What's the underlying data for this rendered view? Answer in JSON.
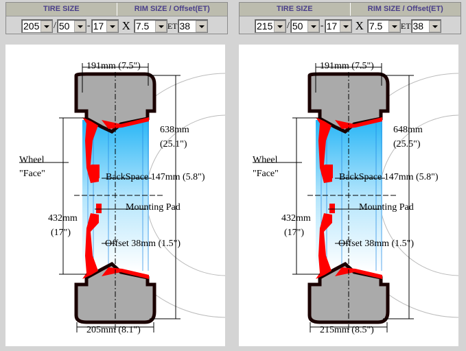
{
  "selectors": [
    {
      "tire_header": "TIRE SIZE",
      "rim_header": "RIM SIZE / Offset(ET)",
      "width": "205",
      "aspect": "50",
      "diameter": "17",
      "sep1": "/",
      "sep2": "-",
      "x": "X",
      "rim_width": "7.5",
      "et_label": "ET",
      "offset": "38"
    },
    {
      "tire_header": "TIRE SIZE",
      "rim_header": "RIM SIZE / Offset(ET)",
      "width": "215",
      "aspect": "50",
      "diameter": "17",
      "sep1": "/",
      "sep2": "-",
      "x": "X",
      "rim_width": "7.5",
      "et_label": "ET",
      "offset": "38"
    }
  ],
  "diagrams": [
    {
      "rim_width": "191mm (7.5\")",
      "tire_dia_mm": "638mm",
      "tire_dia_in": "(25.1\")",
      "face1": "Wheel",
      "face2": "\"Face\"",
      "backspace": "BackSpace 147mm (5.8\")",
      "mounting_pad": "Mounting Pad",
      "wheel_mm": "432mm",
      "wheel_in": "(17\")",
      "offset": "Offset 38mm (1.5\")",
      "tire_width": "205mm (8.1\")"
    },
    {
      "rim_width": "191mm (7.5\")",
      "tire_dia_mm": "648mm",
      "tire_dia_in": "(25.5\")",
      "face1": "Wheel",
      "face2": "\"Face\"",
      "backspace": "BackSpace 147mm (5.8\")",
      "mounting_pad": "Mounting Pad",
      "wheel_mm": "432mm",
      "wheel_in": "(17\")",
      "offset": "Offset 38mm (1.5\")",
      "tire_width": "215mm (8.5\")"
    }
  ]
}
